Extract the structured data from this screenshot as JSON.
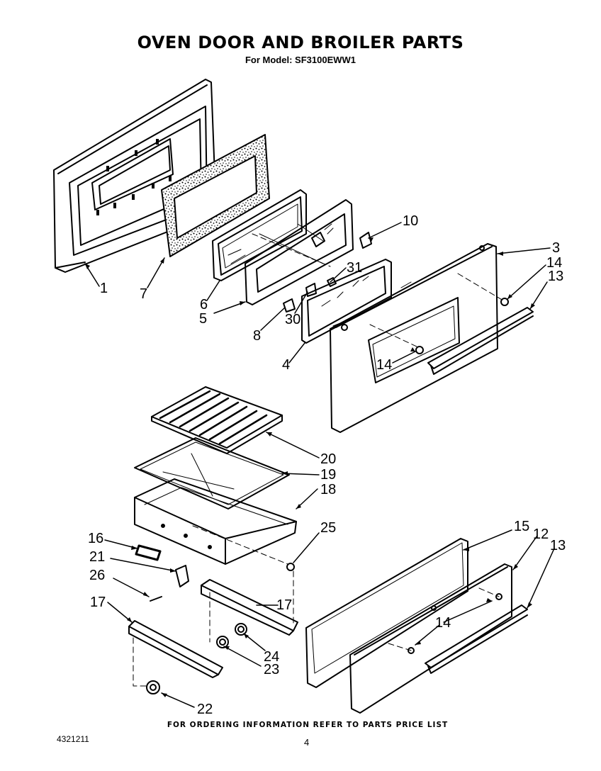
{
  "header": {
    "title": "OVEN DOOR AND BROILER PARTS",
    "subtitle": "For Model: SF3100EWW1"
  },
  "callouts": [
    "1",
    "7",
    "6",
    "5",
    "8",
    "30",
    "31",
    "10",
    "3",
    "14",
    "13",
    "4",
    "14",
    "20",
    "19",
    "18",
    "25",
    "16",
    "21",
    "26",
    "17",
    "17",
    "24",
    "23",
    "22",
    "15",
    "12",
    "13",
    "14"
  ],
  "footer": {
    "ordering_note": "FOR ORDERING INFORMATION REFER TO PARTS PRICE LIST",
    "doc_number": "4321211",
    "page_number": "4"
  }
}
